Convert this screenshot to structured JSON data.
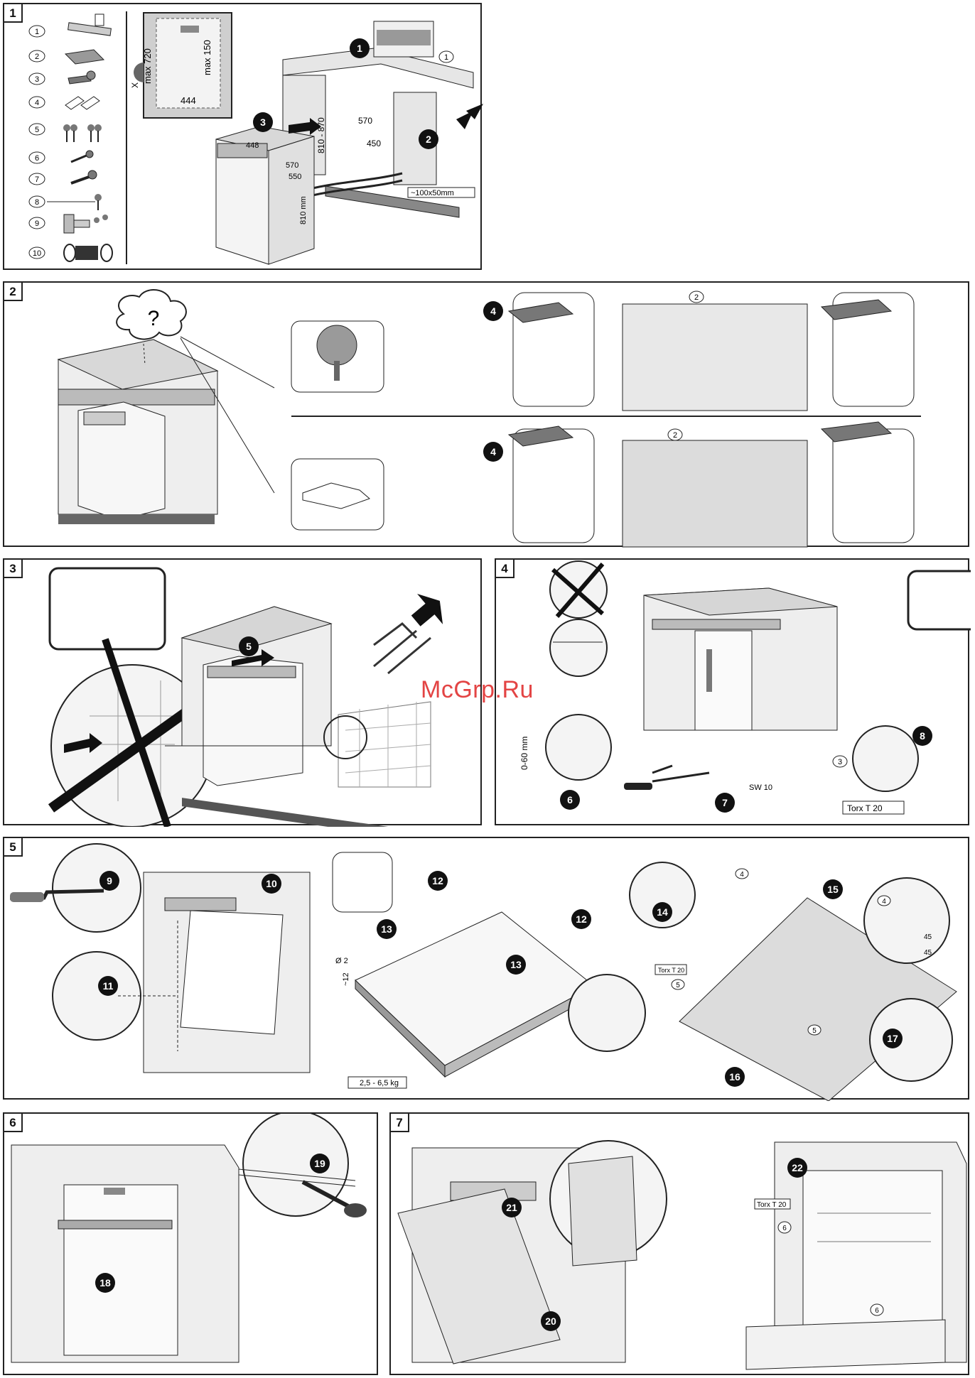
{
  "panels": {
    "p1": {
      "number": "1",
      "parts": [
        "1",
        "2",
        "3",
        "4",
        "5",
        "6",
        "7",
        "8",
        "9",
        "10"
      ],
      "dims": {
        "max720": "max 720",
        "max150": "max 150",
        "w444": "444",
        "x": "X",
        "h810": "810 - 870",
        "d570a": "570",
        "d450": "450",
        "d570b": "570",
        "d550": "550",
        "h810b": "810 mm",
        "w448": "448",
        "cutout": "~100x50mm"
      },
      "steps": [
        "1",
        "2",
        "3"
      ],
      "part_ref": "1"
    },
    "p2": {
      "number": "2",
      "question": "?",
      "steps": [
        "4",
        "2",
        "4",
        "2"
      ]
    },
    "p3": {
      "number": "3",
      "steps": [
        "5"
      ]
    },
    "p4": {
      "number": "4",
      "steps": [
        "6",
        "7",
        "8"
      ],
      "part_ref": "3",
      "labels": {
        "range": "0-60 mm",
        "sw": "SW 10",
        "torx": "Torx T 20"
      }
    },
    "p5": {
      "number": "5",
      "steps": [
        "9",
        "10",
        "11",
        "12",
        "12",
        "13",
        "13",
        "14",
        "15",
        "16",
        "17"
      ],
      "part_refs": [
        "4",
        "4",
        "5",
        "5"
      ],
      "labels": {
        "d2": "Ø 2",
        "depth": "~12",
        "weight": "2,5 - 6,5 kg",
        "torx": "Torx T 20",
        "a45": "45",
        "b45": "45"
      }
    },
    "p6": {
      "number": "6",
      "steps": [
        "18",
        "19"
      ]
    },
    "p7": {
      "number": "7",
      "steps": [
        "20",
        "21",
        "22"
      ],
      "part_refs": [
        "6",
        "6"
      ],
      "labels": {
        "torx": "Torx T 20"
      }
    }
  },
  "watermark": "McGrp.Ru",
  "colors": {
    "line": "#222222",
    "fill_light": "#e6e6e6",
    "fill_mid": "#bdbdbd",
    "fill_dark": "#5a5a5a",
    "badge": "#111111",
    "watermark": "#e03030"
  }
}
